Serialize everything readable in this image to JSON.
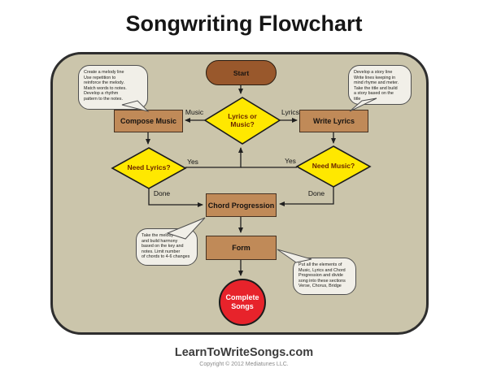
{
  "title": "Songwriting Flowchart",
  "nodes": {
    "start": "Start",
    "lyrics_or_music": "Lyrics or\nMusic?",
    "compose_music": "Compose Music",
    "write_lyrics": "Write Lyrics",
    "need_lyrics": "Need Lyrics?",
    "need_music": "Need Music?",
    "chord_progression": "Chord Progression",
    "form": "Form",
    "complete_songs": "Complete\nSongs"
  },
  "edge_labels": {
    "music": "Music",
    "lyrics": "Lyrics",
    "yes_left": "Yes",
    "yes_right": "Yes",
    "done_left": "Done",
    "done_right": "Done"
  },
  "callouts": {
    "compose_tip": "Create a melody line\nUse repetition to\nreinforce the melody.\nMatch words to notes.\nDevelop a rhythm\npattern to the notes.",
    "lyrics_tip": "Develop a story line\nWrite lines keeping in\nmind rhyme and meter.\nTake the title and build\na story based on the\ntitle",
    "chord_tip": "Take the melody\nand build harmony\nbased on the key and\nnotes. Limit number\nof chords to 4-6 changes",
    "form_tip": "Put all the elements of\nMusic, Lyrics and Chord\nProgression and divide\nsong into these sections\nVerse, Chorus, Bridge"
  },
  "footer": {
    "site": "LearnToWriteSongs.com",
    "copyright": "Copyright © 2012 Mediatunes LLC."
  },
  "colors": {
    "panel_bg": "#cbc5ab",
    "panel_border": "#2e2e2e",
    "node_fill": "#c08a58",
    "node_border": "#453121",
    "start_fill": "#99582c",
    "diamond_fill": "#ffe800",
    "diamond_text": "#6b2500",
    "circle_fill": "#e7232b",
    "bubble_bg": "#f1efe8",
    "bubble_border": "#4f4f4f",
    "line": "#1f1f1f"
  }
}
